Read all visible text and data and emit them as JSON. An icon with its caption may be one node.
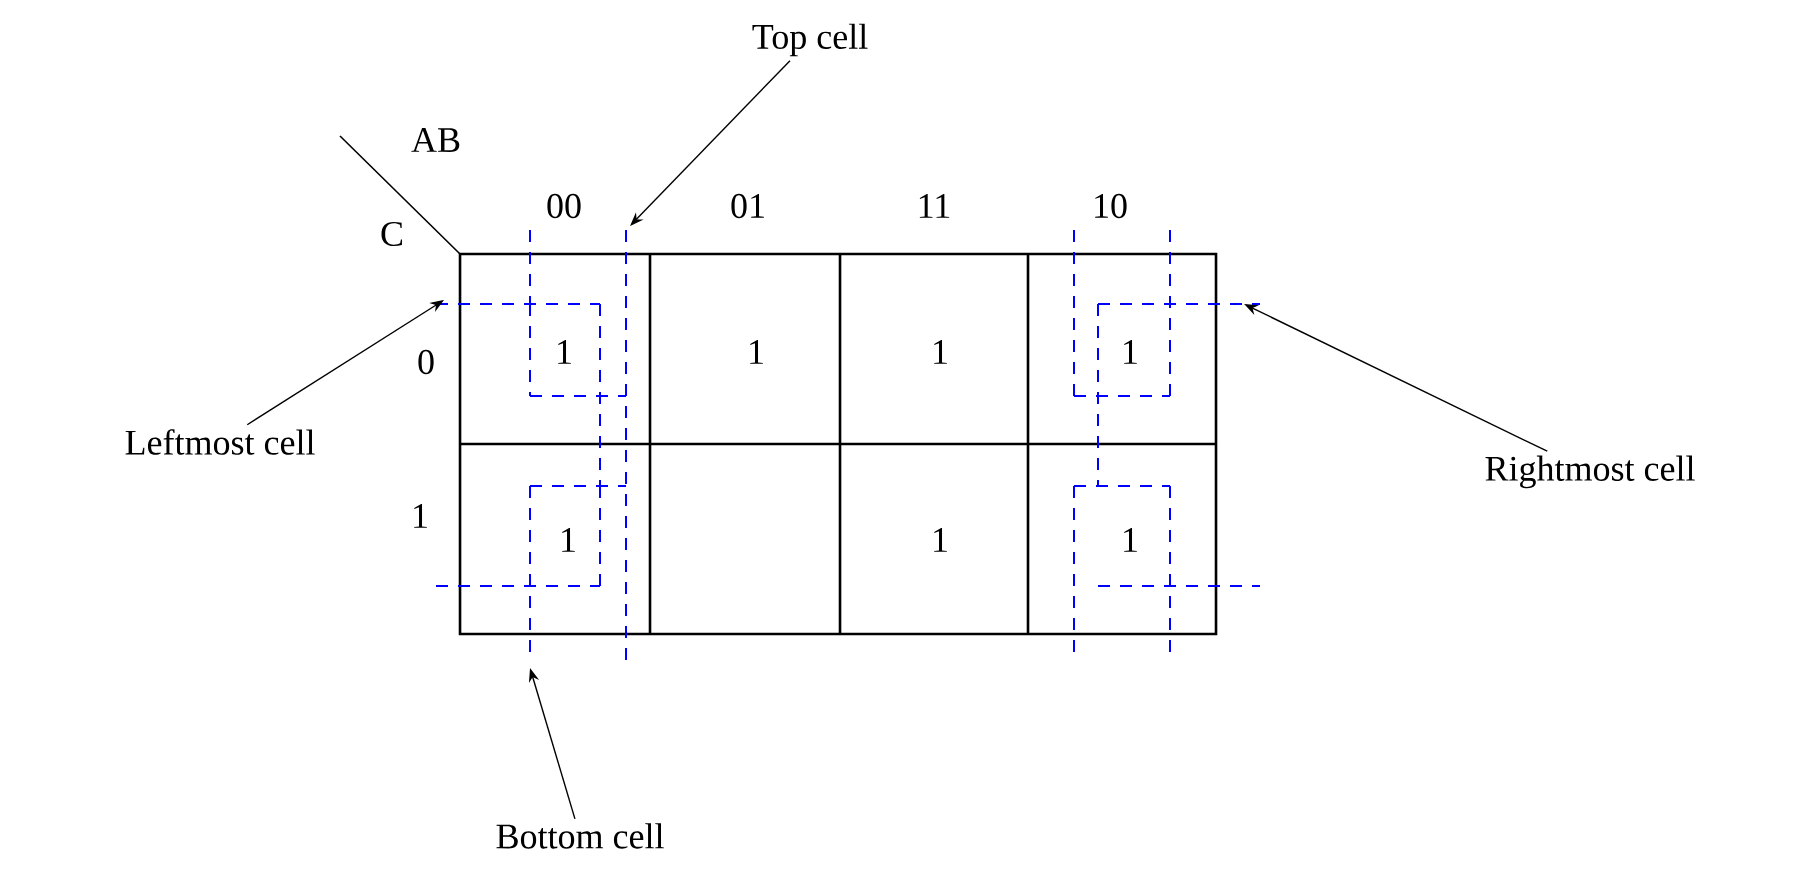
{
  "diagram": {
    "nodes": [
      {
        "text": [
          "Top cell"
        ]
      },
      {
        "text": [
          "Leftmost cell"
        ]
      },
      {
        "text": [
          "Rightmost cell"
        ]
      },
      {
        "text": [
          "Bottom cell"
        ]
      }
    ],
    "edges": [
      {
        "from": 0,
        "to": null,
        "arrow": "to"
      },
      {
        "from": 1,
        "to": null,
        "arrow": "to"
      },
      {
        "from": 2,
        "to": null,
        "arrow": "to"
      },
      {
        "from": 3,
        "to": null,
        "arrow": "to"
      }
    ],
    "labels": [
      "AB",
      "C",
      "00",
      "01",
      "11",
      "10",
      "0",
      "1",
      "1",
      "1",
      "1",
      "1",
      "1",
      "1",
      "1"
    ]
  }
}
